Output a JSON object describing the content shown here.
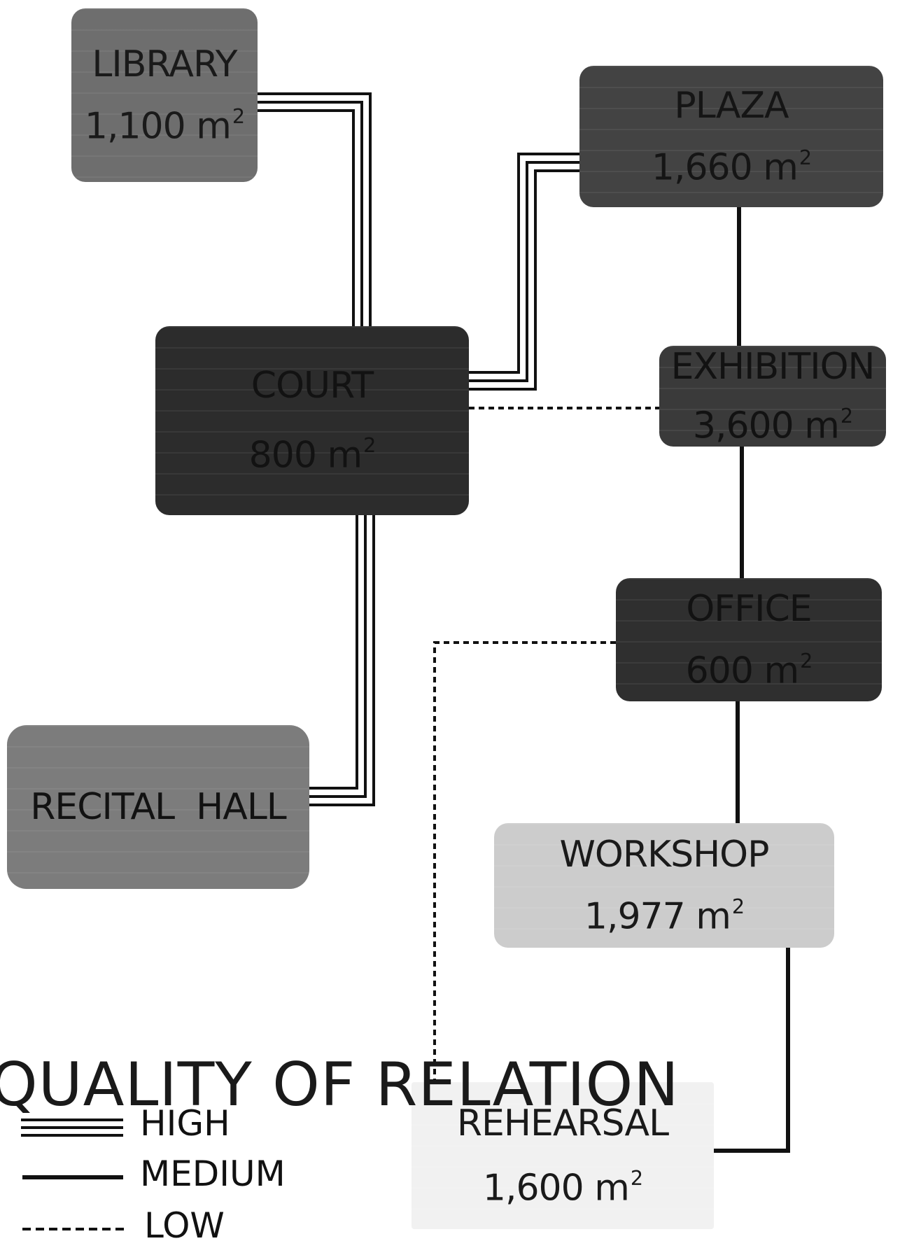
{
  "title": "QUALITY OF RELATION",
  "colors": {
    "line": "#111111",
    "library": "#6e6e6e",
    "plaza": "#434343",
    "court": "#2c2c2c",
    "exhibition": "#3a3a3a",
    "office": "#2f2f2f",
    "workshop": "#cccccc",
    "rehearsal": "#f1f1f1",
    "recital_hall": "#7c7c7c"
  },
  "nodes": {
    "library": {
      "name": "LIBRARY",
      "area": "1,100 m",
      "sup": "2"
    },
    "plaza": {
      "name": "PLAZA",
      "area": "1,660 m",
      "sup": "2"
    },
    "court": {
      "name": "COURT",
      "area": "800 m",
      "sup": "2"
    },
    "exhibition": {
      "name": "EXHIBITION",
      "area": "3,600 m",
      "sup": "2"
    },
    "office": {
      "name": "OFFICE",
      "area": "600 m",
      "sup": "2"
    },
    "workshop": {
      "name": "WORKSHOP",
      "area": "1,977 m",
      "sup": "2"
    },
    "rehearsal": {
      "name": "REHEARSAL",
      "area": "1,600 m",
      "sup": "2"
    },
    "recital_hall": {
      "name": "RECITAL  HALL"
    }
  },
  "legend": {
    "high": "HIGH",
    "medium": "MEDIUM",
    "low": "LOW"
  },
  "relations": [
    {
      "from": "LIBRARY",
      "to": "COURT",
      "quality": "HIGH"
    },
    {
      "from": "COURT",
      "to": "PLAZA",
      "quality": "HIGH"
    },
    {
      "from": "COURT",
      "to": "RECITAL  HALL",
      "quality": "HIGH"
    },
    {
      "from": "COURT",
      "to": "EXHIBITION",
      "quality": "LOW"
    },
    {
      "from": "PLAZA",
      "to": "EXHIBITION",
      "quality": "MEDIUM"
    },
    {
      "from": "EXHIBITION",
      "to": "OFFICE",
      "quality": "MEDIUM"
    },
    {
      "from": "OFFICE",
      "to": "WORKSHOP",
      "quality": "MEDIUM"
    },
    {
      "from": "WORKSHOP",
      "to": "REHEARSAL",
      "quality": "MEDIUM"
    },
    {
      "from": "OFFICE",
      "to": "REHEARSAL",
      "quality": "LOW"
    }
  ]
}
